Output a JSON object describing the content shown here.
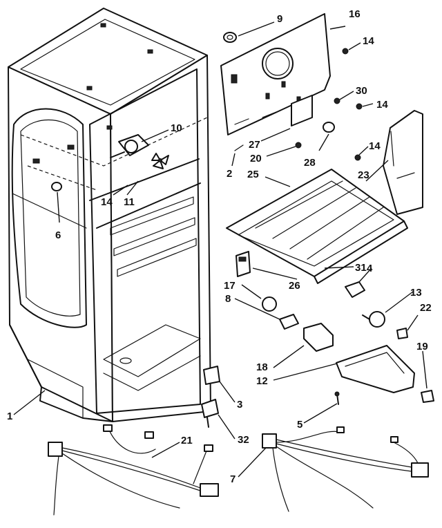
{
  "callouts": [
    {
      "id": "c9",
      "label": "9"
    },
    {
      "id": "c16",
      "label": "16"
    },
    {
      "id": "c14a",
      "label": "14"
    },
    {
      "id": "c30",
      "label": "30"
    },
    {
      "id": "c14b",
      "label": "14"
    },
    {
      "id": "c10",
      "label": "10"
    },
    {
      "id": "c27",
      "label": "27"
    },
    {
      "id": "c20",
      "label": "20"
    },
    {
      "id": "c28",
      "label": "28"
    },
    {
      "id": "c14c",
      "label": "14"
    },
    {
      "id": "c2",
      "label": "2"
    },
    {
      "id": "c25",
      "label": "25"
    },
    {
      "id": "c23",
      "label": "23"
    },
    {
      "id": "c14d",
      "label": "14"
    },
    {
      "id": "c11",
      "label": "11"
    },
    {
      "id": "c6",
      "label": "6"
    },
    {
      "id": "c31",
      "label": "31"
    },
    {
      "id": "c4",
      "label": "4"
    },
    {
      "id": "c26",
      "label": "26"
    },
    {
      "id": "c17",
      "label": "17"
    },
    {
      "id": "c8",
      "label": "8"
    },
    {
      "id": "c13",
      "label": "13"
    },
    {
      "id": "c22",
      "label": "22"
    },
    {
      "id": "c19",
      "label": "19"
    },
    {
      "id": "c18",
      "label": "18"
    },
    {
      "id": "c12",
      "label": "12"
    },
    {
      "id": "c1",
      "label": "1"
    },
    {
      "id": "c3",
      "label": "3"
    },
    {
      "id": "c5",
      "label": "5"
    },
    {
      "id": "c32",
      "label": "32"
    },
    {
      "id": "c21",
      "label": "21"
    },
    {
      "id": "c7",
      "label": "7"
    }
  ]
}
